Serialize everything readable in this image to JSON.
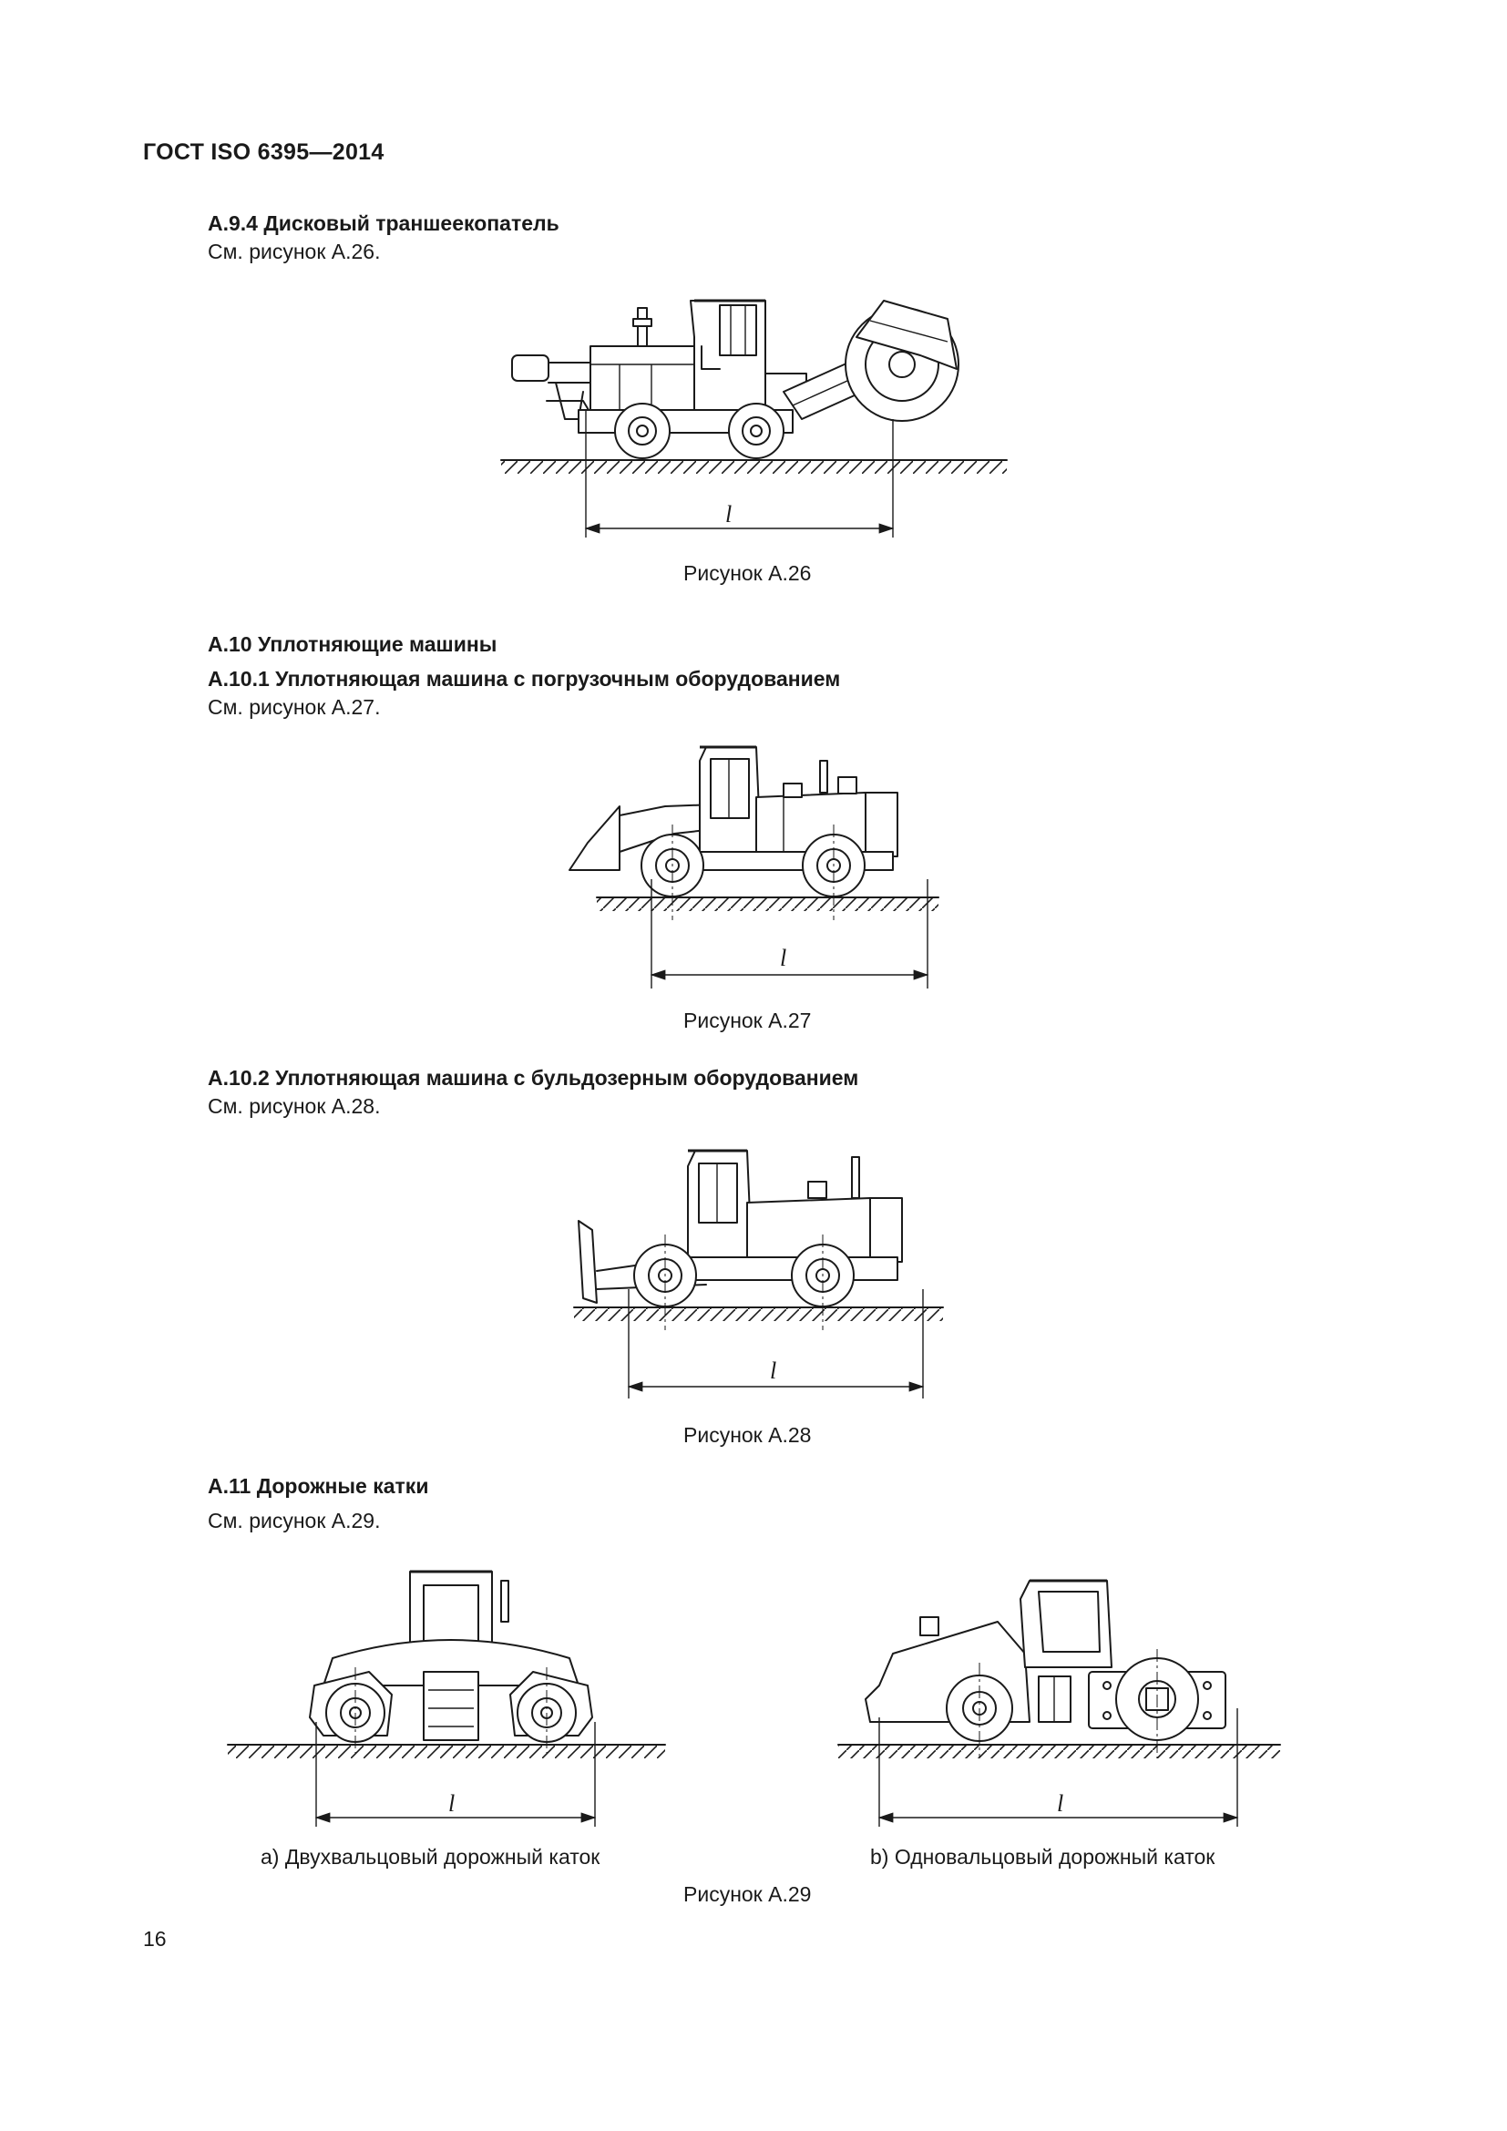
{
  "header": "ГОСТ ISO 6395—2014",
  "sections": {
    "a94": {
      "heading": "А.9.4  Дисковый траншеекопатель",
      "ref": "См. рисунок А.26.",
      "caption": "Рисунок А.26",
      "dim": "l"
    },
    "a10": {
      "heading": "А.10  Уплотняющие машины"
    },
    "a101": {
      "heading": "А.10.1  Уплотняющая машина с погрузочным оборудованием",
      "ref": "См. рисунок А.27.",
      "caption": "Рисунок А.27",
      "dim": "l"
    },
    "a102": {
      "heading": "А.10.2  Уплотняющая машина с бульдозерным оборудованием",
      "ref": "См. рисунок А.28.",
      "caption": "Рисунок А.28",
      "dim": "l"
    },
    "a11": {
      "heading": "А.11  Дорожные катки",
      "ref": "См. рисунок А.29.",
      "sub_a": "а)  Двухвальцовый дорожный каток",
      "sub_b": "b)  Одновальцовый дорожный каток",
      "caption": "Рисунок А.29",
      "dim_a": "l",
      "dim_b": "l"
    }
  },
  "page_number": "16"
}
